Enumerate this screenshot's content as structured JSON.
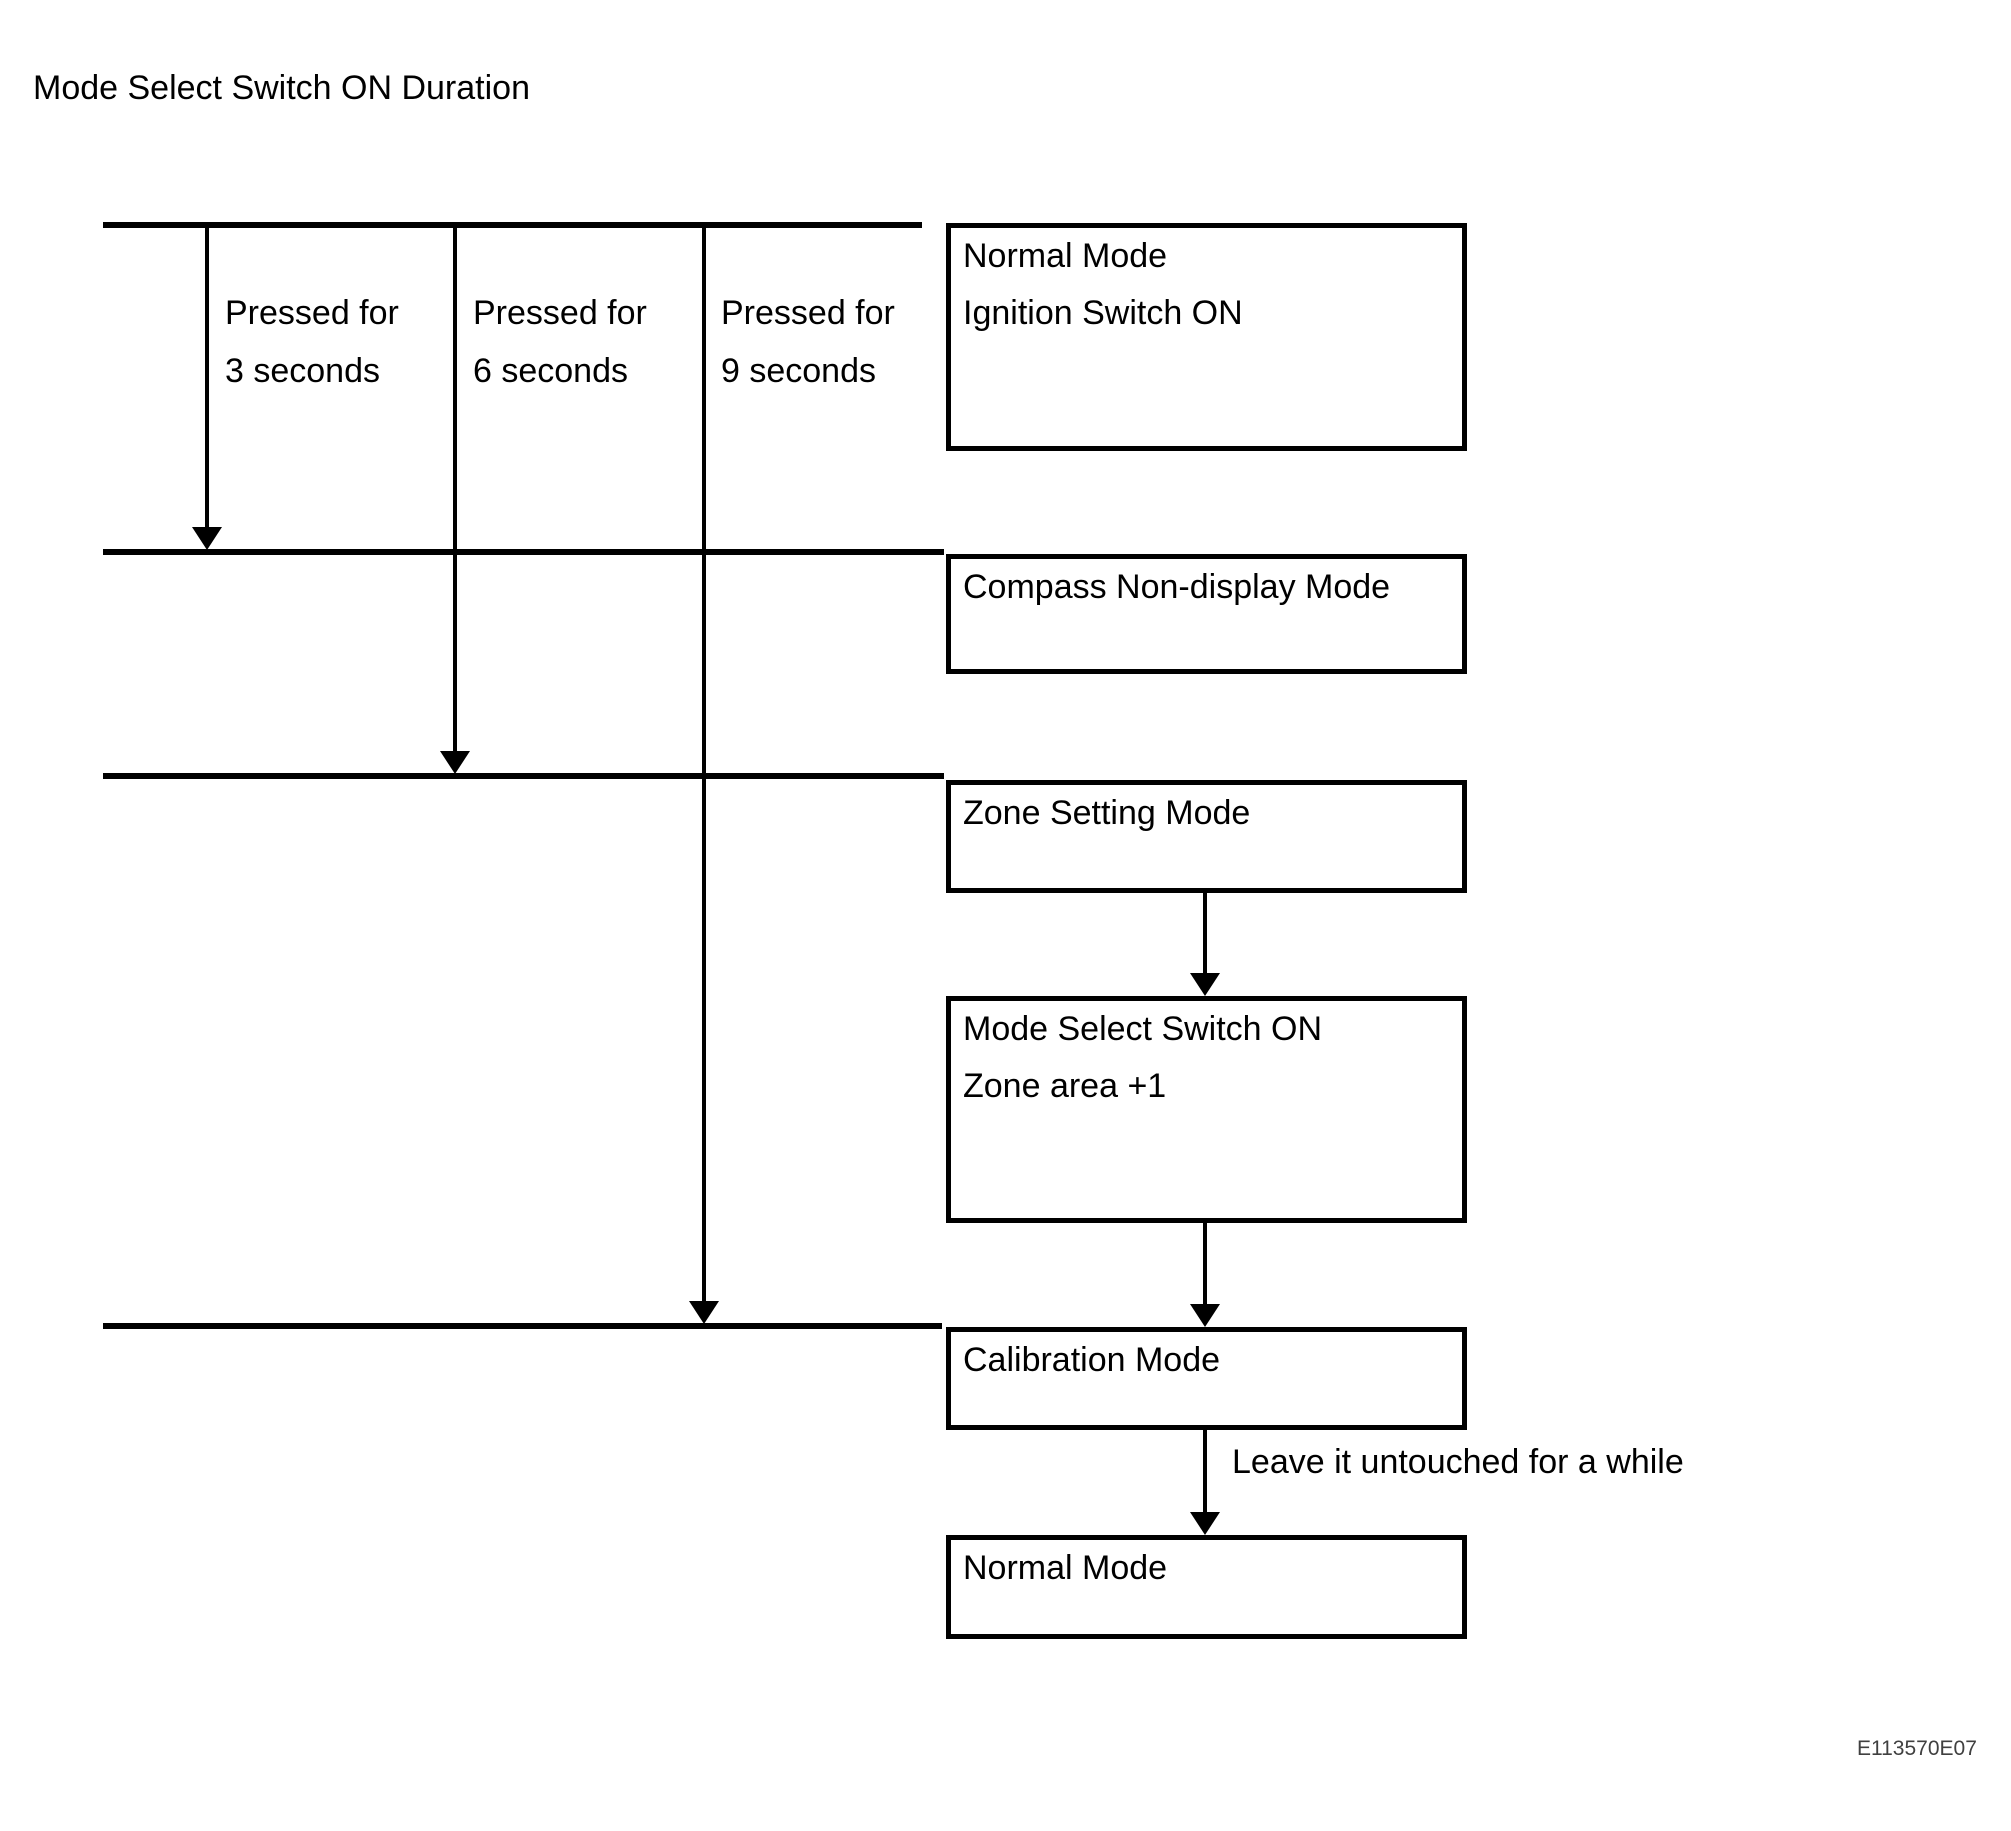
{
  "title": "Mode Select Switch ON Duration",
  "figure_code": "E113570E07",
  "press_duration_labels": [
    {
      "line1": "Pressed for",
      "line2": "3 seconds"
    },
    {
      "line1": "Pressed for",
      "line2": "6 seconds"
    },
    {
      "line1": "Pressed for",
      "line2": "9 seconds"
    }
  ],
  "boxes": [
    {
      "id": "normal-mode-start",
      "lines": [
        "Normal Mode",
        "Ignition Switch ON"
      ]
    },
    {
      "id": "compass-non-display-mode",
      "lines": [
        "Compass Non-display Mode"
      ]
    },
    {
      "id": "zone-setting-mode",
      "lines": [
        "Zone Setting Mode"
      ]
    },
    {
      "id": "mode-select-switch-on",
      "lines": [
        "Mode Select Switch ON",
        "Zone area +1"
      ]
    },
    {
      "id": "calibration-mode",
      "lines": [
        "Calibration Mode"
      ]
    },
    {
      "id": "normal-mode-end",
      "lines": [
        "Normal Mode"
      ]
    }
  ],
  "annotations": {
    "leave_untouched": "Leave it untouched for a while"
  },
  "colors": {
    "ink": "#000000",
    "figure_code": "#404040",
    "background": "#ffffff"
  }
}
